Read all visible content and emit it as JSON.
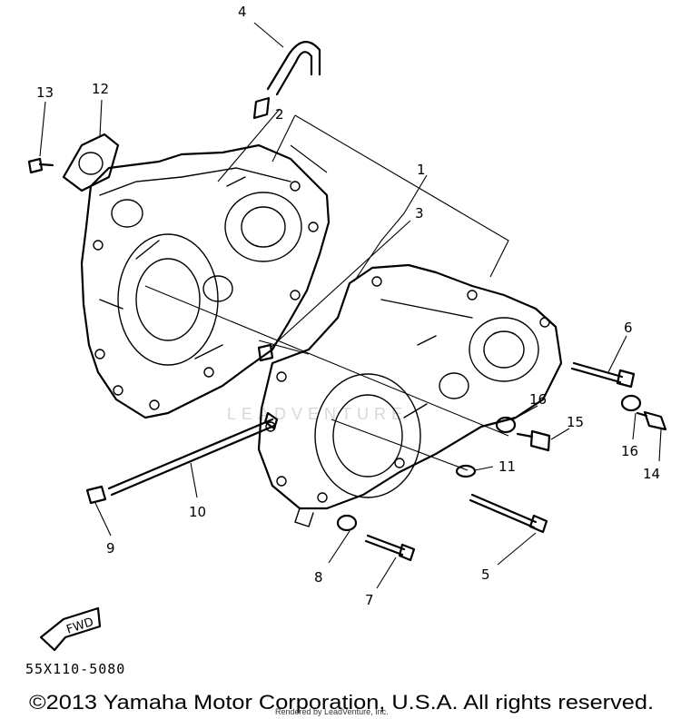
{
  "diagram": {
    "callouts": [
      {
        "id": "1",
        "text": "1"
      },
      {
        "id": "2",
        "text": "2"
      },
      {
        "id": "3",
        "text": "3"
      },
      {
        "id": "4",
        "text": "4"
      },
      {
        "id": "5",
        "text": "5"
      },
      {
        "id": "6",
        "text": "6"
      },
      {
        "id": "7",
        "text": "7"
      },
      {
        "id": "8",
        "text": "8"
      },
      {
        "id": "9",
        "text": "9"
      },
      {
        "id": "10",
        "text": "10"
      },
      {
        "id": "11",
        "text": "11"
      },
      {
        "id": "12",
        "text": "12"
      },
      {
        "id": "13",
        "text": "13"
      },
      {
        "id": "14",
        "text": "14"
      },
      {
        "id": "15",
        "text": "15"
      },
      {
        "id": "16a",
        "text": "16"
      },
      {
        "id": "16b",
        "text": "16"
      }
    ],
    "fwd_label": "FWD",
    "diagram_code": "55X110-5080",
    "watermark": "LEADVENTURE"
  },
  "footer": {
    "copyright": "©2013 Yamaha Motor Corporation, U.S.A. All rights reserved.",
    "rendered_by": "Rendered by LeadVenture, Inc."
  }
}
